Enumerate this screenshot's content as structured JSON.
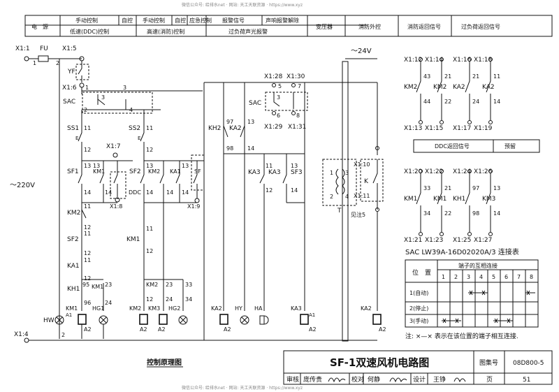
{
  "watermark_top": "微信公众号: 给排水net · 网站: 天工天联资源 · https://www.xyz",
  "watermark_bottom": "微信公众号: 给排水net · 网站: 天工天联资源 · https://www.xyz",
  "header": {
    "row1": [
      "电　源",
      "手动控制",
      "自控",
      "手动控制",
      "自控",
      "应急控制",
      "报警信号",
      "声响报警解除",
      "变压器",
      "消防外控",
      "消防返回信号",
      "过负荷返回信号"
    ],
    "row2": [
      "低速(DDC)控制",
      "高速(消防)控制",
      "过负荷声光报警"
    ]
  },
  "left": {
    "x11": "X1:1",
    "fu": "FU",
    "x15": "X1:5",
    "n1": "1",
    "n2": "2",
    "yf": "YF",
    "x16": "X1:6",
    "n3": "3",
    "sac": "SAC",
    "n4": "4",
    "ss1": "SS1",
    "ss2": "SS2",
    "x17": "X1:7",
    "sf1": "SF1",
    "km1": "KM1",
    "sf2": "SF2",
    "km2": "KM2",
    "ka1": "KA1",
    "sf": "SF",
    "ddc": "DDC",
    "x18": "X1:8",
    "x19": "X1:9",
    "km2l": "KM2",
    "sf2l": "SF2",
    "ka1l": "KA1",
    "kh1": "KH1",
    "km1b": "KM1",
    "v220": "～220V",
    "x14": "X1:4",
    "hw": "HW",
    "hg1": "HG1",
    "hg2": "HG2",
    "km3": "KM3",
    "n11": "11",
    "n12": "12",
    "n13": "13",
    "n14": "14",
    "n95": "95",
    "n96": "96",
    "n23": "23",
    "n24": "24",
    "n33": "33",
    "n34": "34",
    "a1": "A1",
    "a2": "A2",
    "e": "E"
  },
  "middle": {
    "kh2": "KH2",
    "ka2": "KA2",
    "n97": "97",
    "n98": "98",
    "x128": "X1:28",
    "x130": "X1:30",
    "n5": "5",
    "n7": "7",
    "n6": "6",
    "n8": "8",
    "sac": "SAC",
    "x129": "X1:29",
    "x131": "X1:31",
    "ka3": "KA3",
    "sf3": "SF3",
    "hy": "HY",
    "ha": "HA"
  },
  "transformer": {
    "v24": "～24V",
    "x110": "X1:10",
    "x111": "X1:11",
    "k": "K",
    "t": "T",
    "note": "见注5",
    "n1": "1",
    "n2": "2",
    "n3": "3",
    "n4": "4"
  },
  "right": {
    "top_terms": [
      "X1:12",
      "X1:14",
      "X1:16",
      "X1:18"
    ],
    "top_relays": [
      "KM2",
      "KM2",
      "KA2",
      "KA2"
    ],
    "top_nums_a": [
      "43",
      "21",
      "21",
      "11"
    ],
    "top_nums_b": [
      "44",
      "22",
      "24",
      "14"
    ],
    "top_bottom_terms": [
      "X1:13",
      "X1:15",
      "X1:17",
      "X1:19"
    ],
    "ddc_title": "DDC返回信号",
    "reserve": "预留",
    "bot_terms": [
      "X1:20",
      "X1:22",
      "X1:24",
      "X1:26"
    ],
    "bot_relays": [
      "KM1",
      "KM1",
      "KH1",
      "KM3"
    ],
    "bot_nums_a": [
      "33",
      "21",
      "97",
      "13"
    ],
    "bot_nums_b": [
      "34",
      "22",
      "98",
      "14"
    ],
    "bot_bottom_terms": [
      "X1:21",
      "X1:23",
      "X1:25",
      "X1:27"
    ],
    "sac_table_title": "SAC LW39A-16D02020A/3 连接表",
    "table_col_pos": "位　置",
    "table_col_conn": "端子的互相连接",
    "table_cols": [
      "1",
      "2",
      "3",
      "4",
      "5",
      "6",
      "7",
      "8"
    ],
    "table_rows": [
      "1(自动)",
      "2(停止)",
      "3(手动)"
    ],
    "note": "注: ×—× 表示在该位置的端子相互连接."
  },
  "title_block": {
    "caption": "控制原理图",
    "title": "SF-1双速风机电路图",
    "atlas_label": "图集号",
    "atlas_no": "08D800-5",
    "review": "审核",
    "reviewer": "庞传贵",
    "check": "校对",
    "checker": "何静",
    "design": "设计",
    "designer": "王铮",
    "page_label": "页",
    "page_no": "51"
  }
}
